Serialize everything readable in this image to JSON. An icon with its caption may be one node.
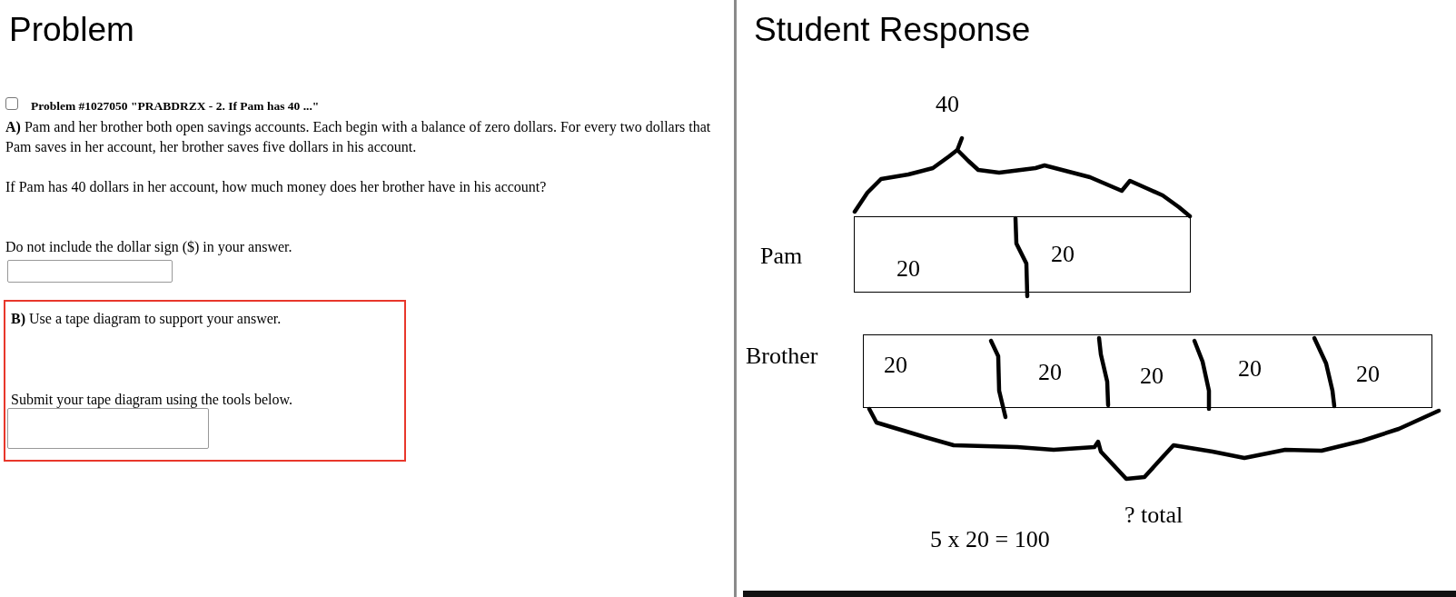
{
  "diagram": {
    "nodes": [
      {
        "text": [
          "**B)** Use a tape diagram to support your answer.",
          "Submit your tape diagram using the tools below."
        ]
      },
      {
        "text": [
          "20",
          "20"
        ],
        "beside": [
          "Pam"
        ]
      },
      {
        "text": [
          "20",
          "20",
          "20",
          "20",
          "20"
        ],
        "beside": [
          "Brother"
        ]
      }
    ],
    "labels": [
      "Problem",
      "Student Response",
      "Problem #1027050 \"PRABDRZX - 2. If Pam has 40 ...\"",
      "**A)** Pam and her brother both open savings accounts. Each begin with a balance of zero dollars. For every two dollars that Pam saves in her account, her brother saves five dollars in his account.",
      "If Pam has 40 dollars in her account, how much money does her brother have in his account?",
      "Do not include the dollar sign ($) in your answer.",
      "40",
      "? total",
      "5 x 20 = 100"
    ]
  }
}
